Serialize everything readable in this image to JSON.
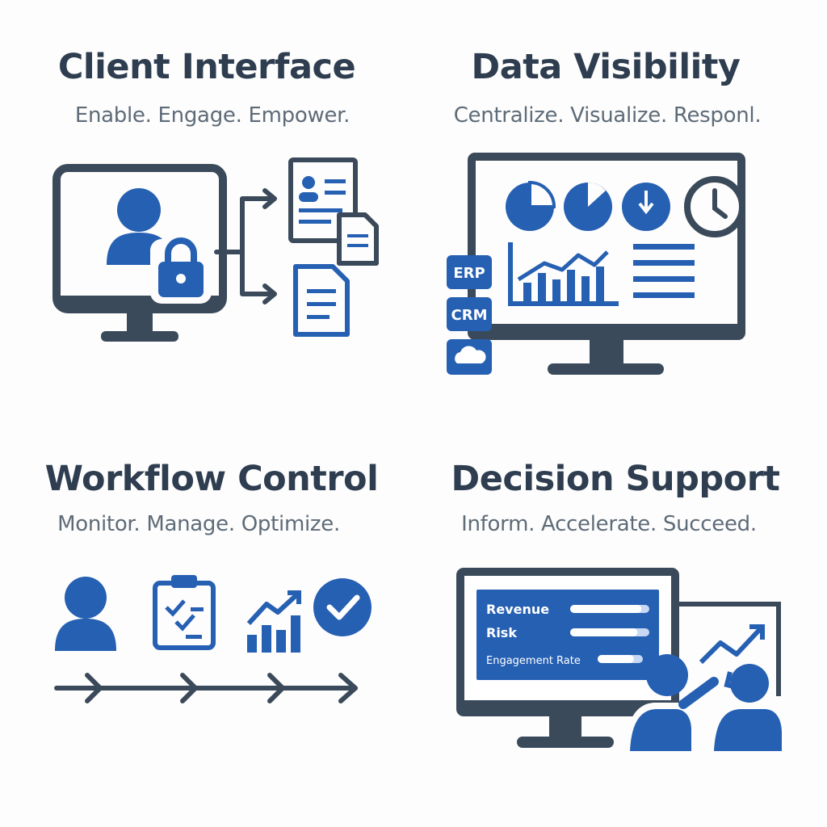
{
  "colors": {
    "dark": "#3b4a5a",
    "blue": "#2660b3",
    "light_blue": "#dde9fa",
    "bg": "#fdfdfd"
  },
  "panels": {
    "client_interface": {
      "title": "Client Interface",
      "tagline": "Enable. Engage. Empower.",
      "icons": [
        "monitor-icon",
        "user-icon",
        "lock-icon",
        "profile-document-icon",
        "document-icon",
        "arrow-right-icon"
      ]
    },
    "data_visibility": {
      "title": "Data Visibility",
      "tagline": "Centralize. Visualize. Responl.",
      "badges": {
        "erp": "ERP",
        "crm": "CRM"
      },
      "icons": [
        "monitor-icon",
        "pie-chart-icon",
        "clock-icon",
        "bar-chart-icon",
        "cloud-icon"
      ]
    },
    "workflow_control": {
      "title": "Workflow Control",
      "tagline": "Monitor. Manage. Optimize.",
      "icons": [
        "user-icon",
        "clipboard-checklist-icon",
        "growth-chart-icon",
        "checkmark-icon",
        "timeline-arrow-icon"
      ]
    },
    "decision_support": {
      "title": "Decision Support",
      "tagline": "Inform. Accelerate. Succeed.",
      "metrics": [
        {
          "label": "Revenue",
          "level": 0.9
        },
        {
          "label": "Risk",
          "level": 0.85
        },
        {
          "label": "Engagement Rate",
          "level": 0.8
        }
      ],
      "icons": [
        "monitor-icon",
        "trend-chart-icon",
        "people-discussion-icon"
      ]
    }
  }
}
